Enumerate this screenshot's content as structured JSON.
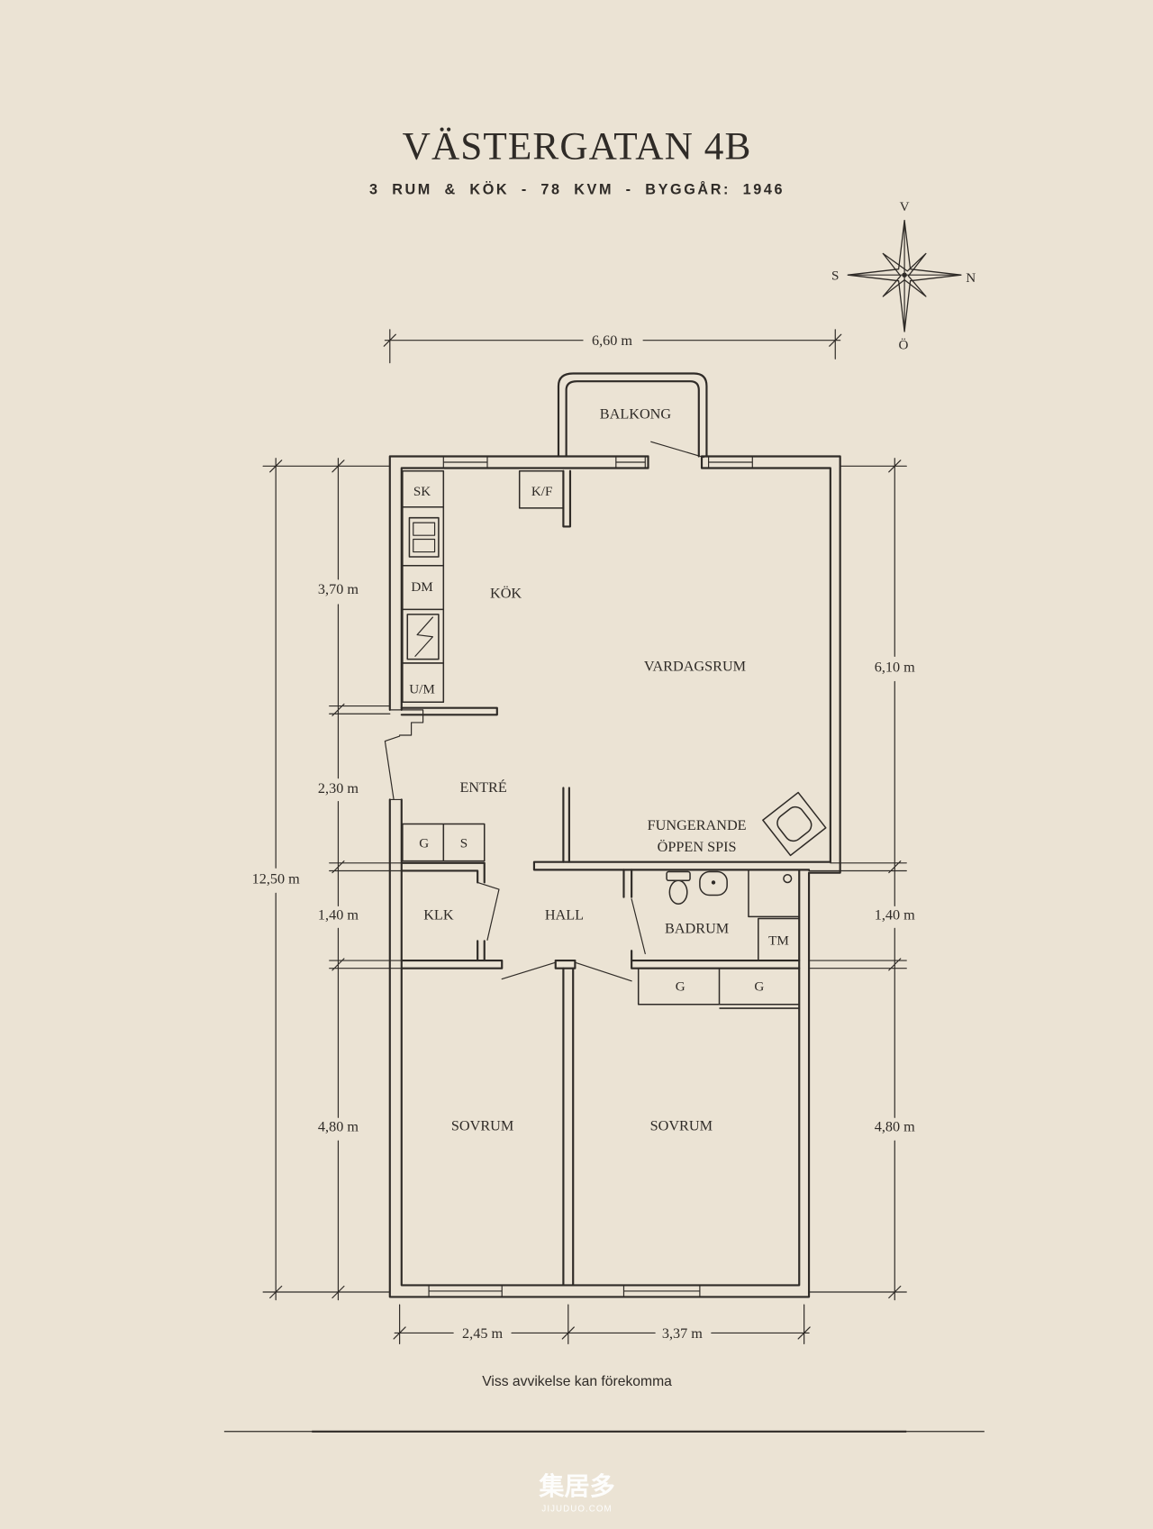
{
  "title": "VÄSTERGATAN 4B",
  "subtitle": "3 RUM & KÖK - 78 KVM - BYGGÅR: 1946",
  "compass": {
    "top": "V",
    "left": "S",
    "right": "N",
    "bottom": "Ö"
  },
  "rooms": {
    "balkong": "BALKONG",
    "sk": "SK",
    "kf": "K/F",
    "dm": "DM",
    "kok": "KÖK",
    "um": "U/M",
    "vardagsrum": "VARDAGSRUM",
    "entre": "ENTRÉ",
    "spis_line1": "FUNGERANDE",
    "spis_line2": "ÖPPEN SPIS",
    "entre_g": "G",
    "entre_s": "S",
    "klk": "KLK",
    "hall": "HALL",
    "badrum": "BADRUM",
    "tm": "TM",
    "wardrobe_left": "G",
    "wardrobe_right": "G",
    "sovrum_left": "SOVRUM",
    "sovrum_right": "SOVRUM"
  },
  "dimensions": {
    "top_width": "6,60 m",
    "left_kok": "3,70 m",
    "left_entre": "2,30 m",
    "total_length": "12,50 m",
    "left_hall": "1,40 m",
    "left_sovrum": "4,80 m",
    "right_vardagsrum": "6,10 m",
    "right_badrum": "1,40 m",
    "right_sovrum": "4,80 m",
    "bottom_left": "2,45 m",
    "bottom_right": "3,37 m"
  },
  "footer_note": "Viss avvikelse kan förekomma",
  "watermark": {
    "mark": "集居多",
    "site": "JIJUDUO.COM"
  },
  "colors": {
    "background": "#ebe3d4",
    "ink": "#2f2b27",
    "watermark": "#ffffff"
  }
}
